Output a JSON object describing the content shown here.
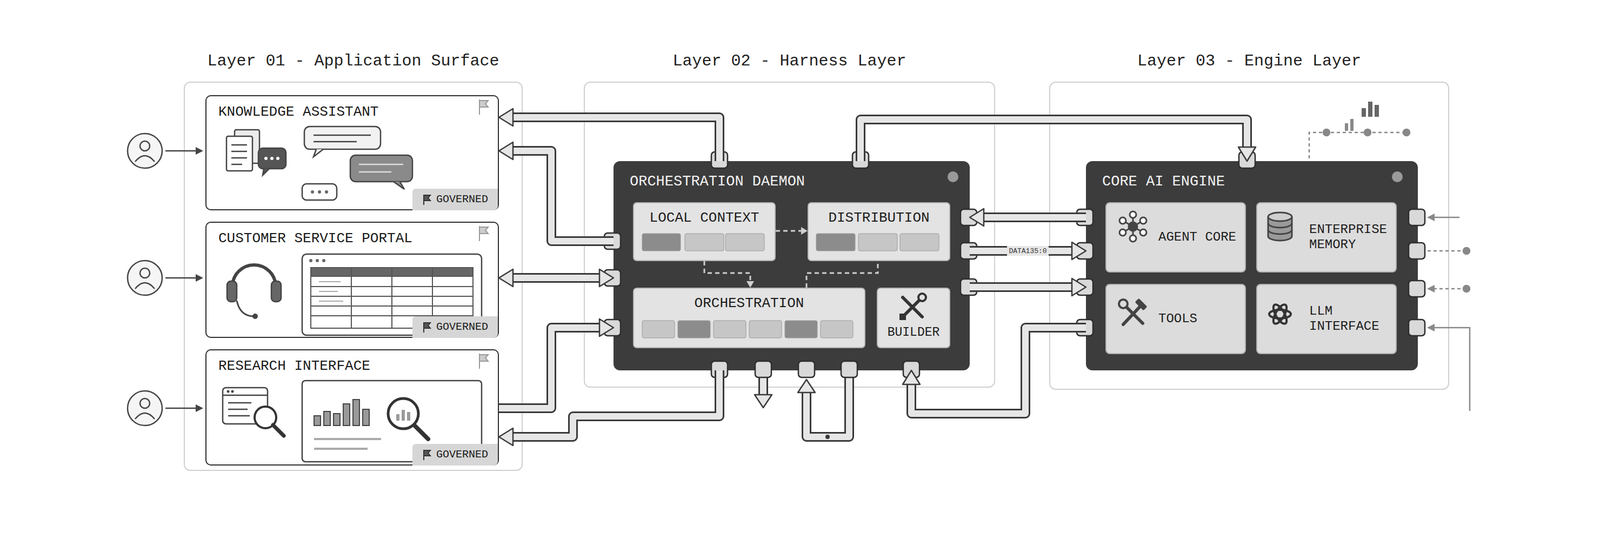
{
  "diagram": {
    "nodes": [
      {
        "text": [
          "Layer 01 - Application Surface"
        ]
      },
      {
        "text": [
          "KNOWLEDGE ASSISTANT"
        ],
        "in": 0
      },
      {
        "text": [
          "GOVERNED"
        ],
        "in": 1
      },
      {
        "text": [
          "CUSTOMER SERVICE PORTAL"
        ],
        "in": 0
      },
      {
        "text": [
          "GOVERNED"
        ],
        "in": 3
      },
      {
        "text": [
          "RESEARCH INTERFACE"
        ],
        "in": 0
      },
      {
        "text": [
          "GOVERNED"
        ],
        "in": 5
      },
      {
        "text": [
          "Layer 02 - Harness Layer"
        ]
      },
      {
        "text": [
          "ORCHESTRATION DAEMON"
        ],
        "in": 7
      },
      {
        "text": [
          "LOCAL CONTEXT"
        ],
        "in": 8
      },
      {
        "text": [
          "DISTRIBUTION"
        ],
        "in": 8
      },
      {
        "text": [
          "ORCHESTRATION"
        ],
        "in": 8
      },
      {
        "text": [
          "BUILDER"
        ],
        "in": 8
      },
      {
        "text": [
          "Layer 03 - Engine Layer"
        ]
      },
      {
        "text": [
          "CORE AI ENGINE"
        ],
        "in": 13
      },
      {
        "text": [
          "AGENT CORE"
        ],
        "in": 14
      },
      {
        "text": [
          "ENTERPRISE MEMORY"
        ],
        "in": 14
      },
      {
        "text": [
          "TOOLS"
        ],
        "in": 14
      },
      {
        "text": [
          "LLM INTERFACE"
        ],
        "in": 14
      }
    ],
    "edges": [
      {
        "from": 8,
        "to": 1,
        "arrow": "to"
      },
      {
        "from": 8,
        "to": 1,
        "arrow": "to"
      },
      {
        "from": 3,
        "to": 8,
        "arrow": "both"
      },
      {
        "from": 5,
        "to": 8,
        "arrow": "to"
      },
      {
        "from": 8,
        "to": 5,
        "arrow": "to"
      },
      {
        "from": 8,
        "to": 14,
        "arrow": "to"
      },
      {
        "from": 14,
        "to": 8,
        "arrow": "to"
      },
      {
        "from": 8,
        "to": 14,
        "label": "DATA135:0",
        "arrow": "to"
      },
      {
        "from": 8,
        "to": 14,
        "arrow": "to"
      },
      {
        "from": 14,
        "to": 8,
        "arrow": "to"
      },
      {
        "from": 9,
        "to": 11,
        "arrow": "to"
      },
      {
        "from": 9,
        "to": 10,
        "arrow": "to"
      },
      {
        "from": 11,
        "to": 10,
        "arrow": "none"
      }
    ]
  }
}
